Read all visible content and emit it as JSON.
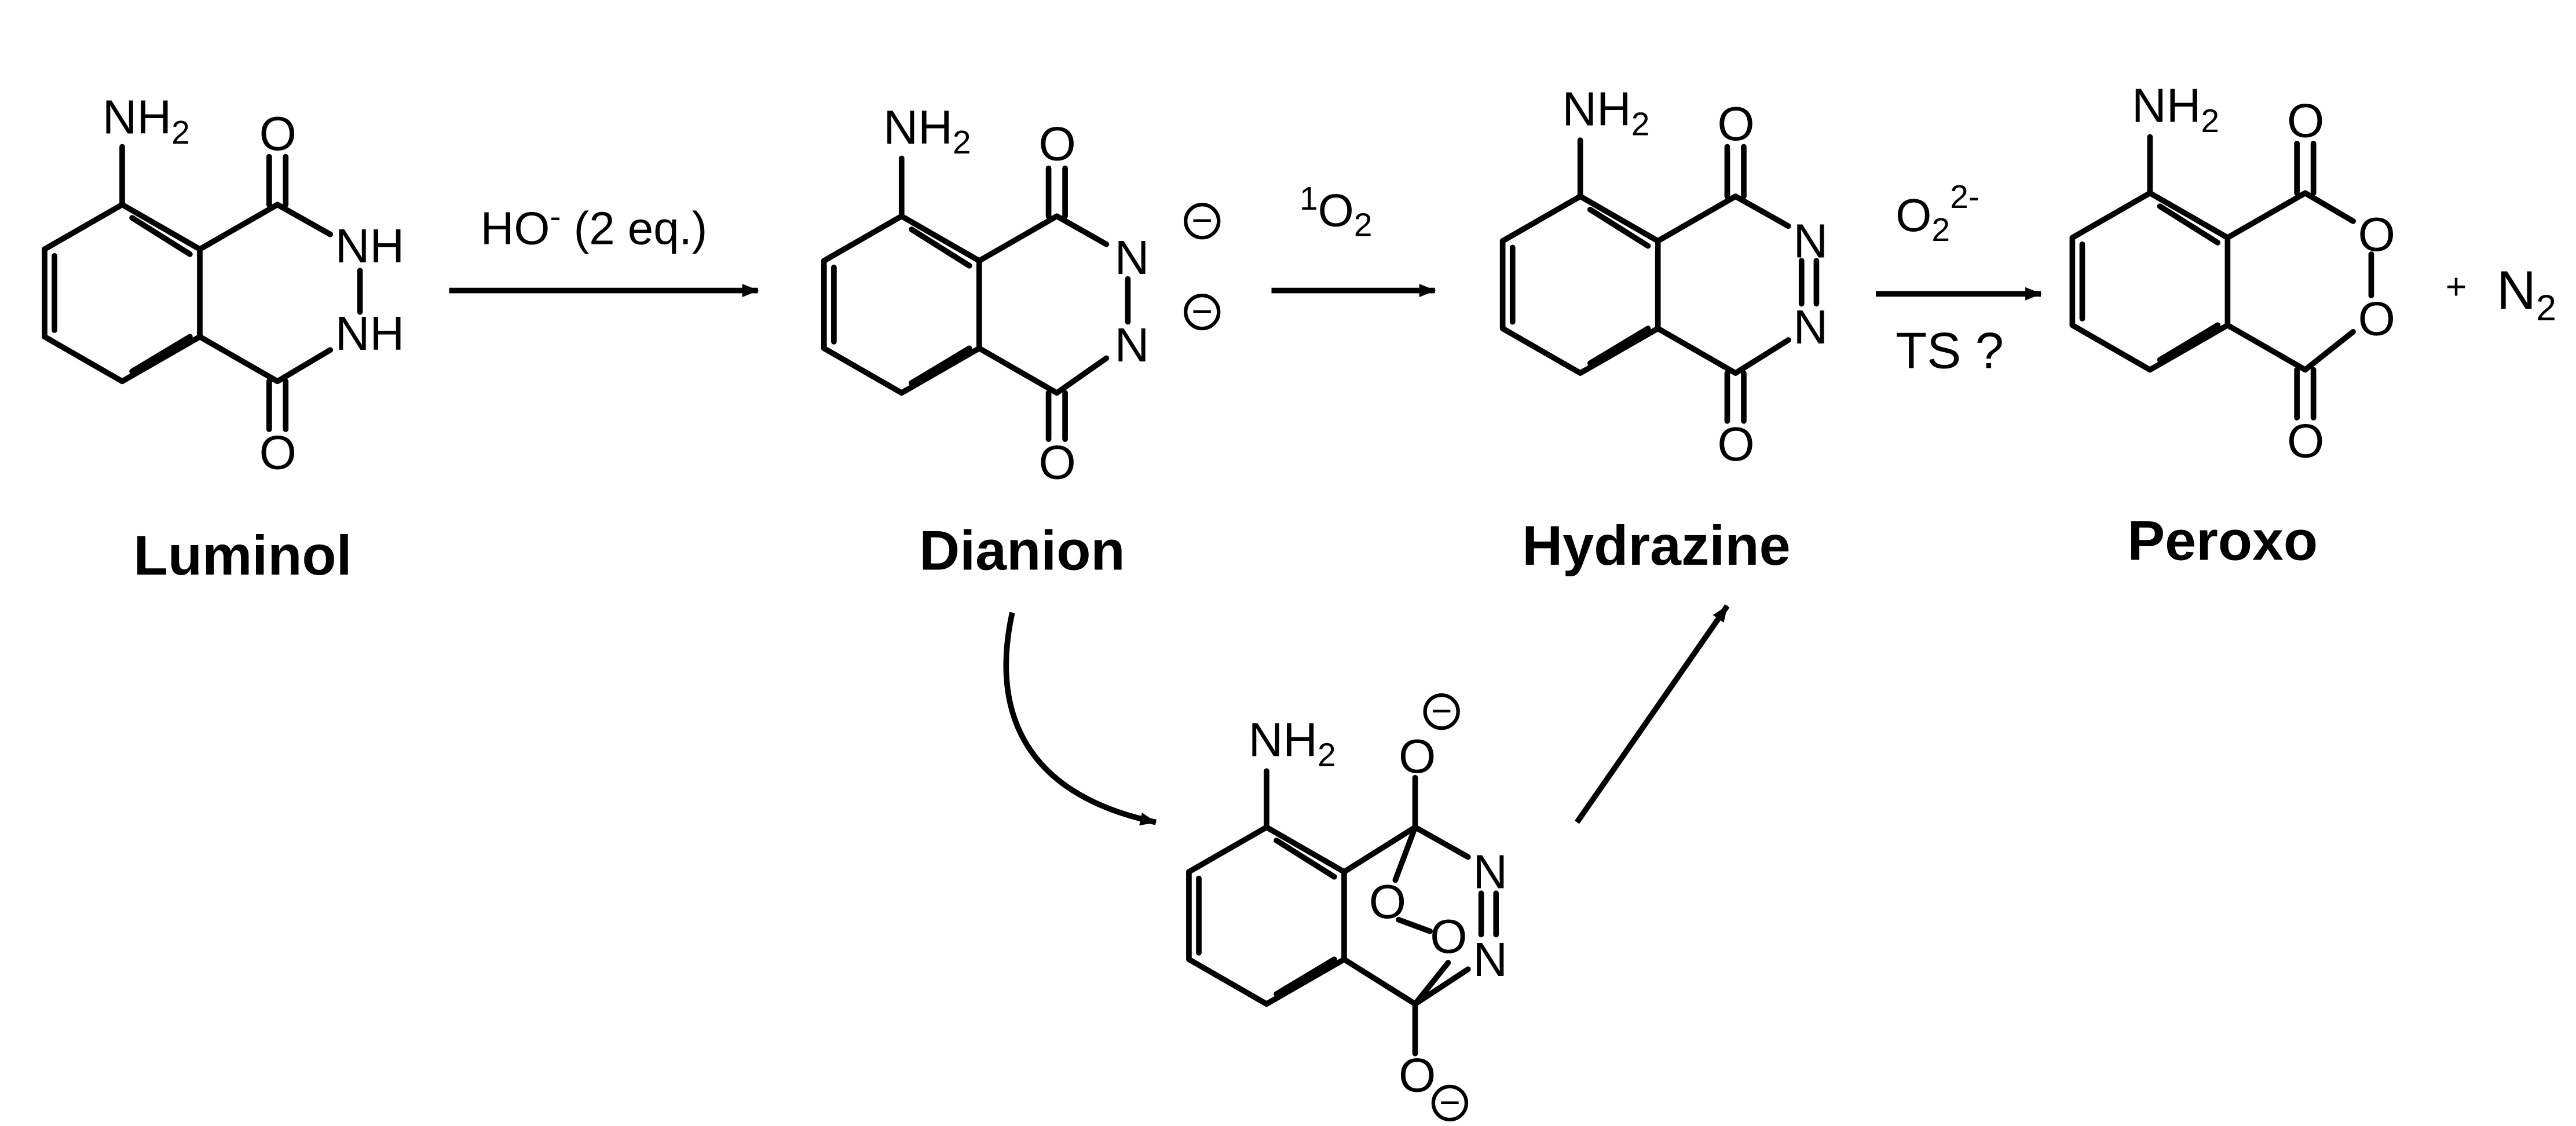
{
  "compounds": {
    "luminol": {
      "name": "Luminol",
      "amine": "NH",
      "amine_sub": "2",
      "oxygen_top": "O",
      "oxygen_bottom": "O",
      "nh_top": "NH",
      "nh_bottom": "NH"
    },
    "dianion": {
      "name": "Dianion",
      "amine": "NH",
      "amine_sub": "2",
      "oxygen_top": "O",
      "oxygen_bottom": "O",
      "n_top": "N",
      "n_bottom": "N",
      "charge_sign": "−"
    },
    "hydrazine": {
      "name": "Hydrazine",
      "amine": "NH",
      "amine_sub": "2",
      "oxygen_top": "O",
      "oxygen_bottom": "O",
      "n_top": "N",
      "n_bottom": "N"
    },
    "peroxo": {
      "name": "Peroxo",
      "amine": "NH",
      "amine_sub": "2",
      "oxygen_top": "O",
      "oxygen_bottom": "O",
      "ring_o_top": "O",
      "ring_o_bottom": "O"
    },
    "intermediate": {
      "amine": "NH",
      "amine_sub": "2",
      "o_top": "O",
      "o_bottom": "O",
      "bridge_o1": "O",
      "bridge_o2": "O",
      "n_top": "N",
      "n_bottom": "N",
      "charge_sign": "−"
    }
  },
  "byproduct": {
    "plus": "+",
    "symbol": "N",
    "sub": "2"
  },
  "reagents": {
    "step1": {
      "base": "HO",
      "sup": "-",
      "rest": " (2 eq.)"
    },
    "step2": {
      "pre_sup": "1",
      "base": "O",
      "sub": "2"
    },
    "step3": {
      "base": "O",
      "sub": "2",
      "sup": "2-",
      "below": "TS ?"
    }
  }
}
